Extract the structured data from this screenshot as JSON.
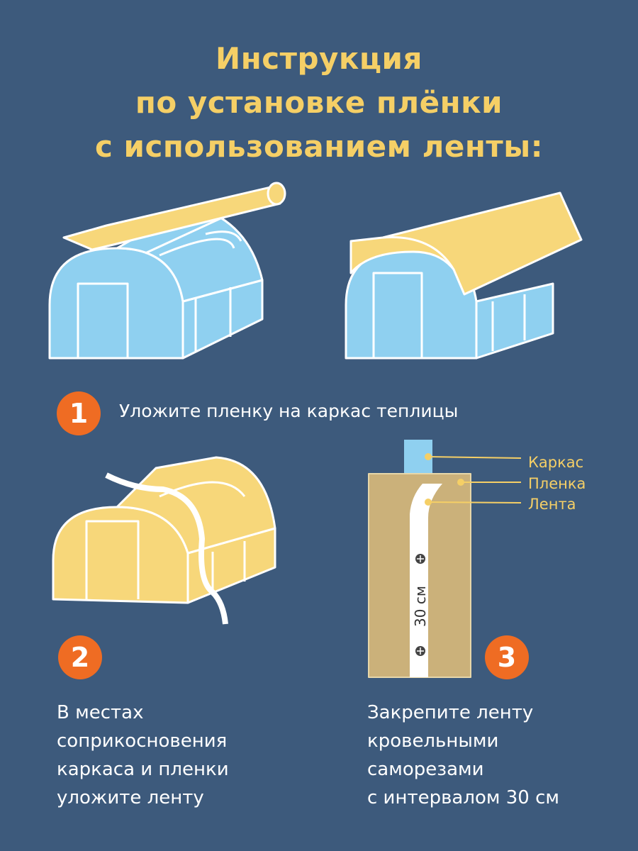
{
  "title": {
    "line1": "Инструкция",
    "line2": "по установке плёнки",
    "line3": "с использованием ленты:"
  },
  "steps": [
    {
      "number": "1",
      "text": [
        "Уложите пленку на каркас теплицы"
      ]
    },
    {
      "number": "2",
      "text": [
        "В местах",
        "соприкосновения",
        "каркаса и пленки",
        "уложите ленту"
      ]
    },
    {
      "number": "3",
      "text": [
        "Закрепите ленту",
        "кровельными",
        "саморезами",
        "с интервалом 30 см"
      ]
    }
  ],
  "legend": {
    "frame": "Каркас",
    "film": "Пленка",
    "tape": "Лента"
  },
  "diagram": {
    "interval_label": "30 см"
  },
  "colors": {
    "background": "#3d5a7c",
    "accent_yellow": "#f5cf66",
    "badge_orange": "#ef6c23",
    "greenhouse_blue": "#8fd0f0",
    "film_yellow": "#f7d77a",
    "text_white": "#ffffff"
  }
}
